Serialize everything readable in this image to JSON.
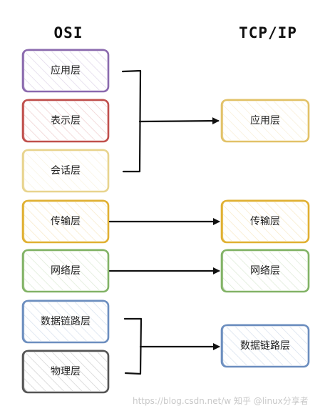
{
  "headings": {
    "osi": "OSI",
    "tcpip": "TCP/IP"
  },
  "osi_layers": [
    {
      "label": "应用层",
      "color": "#8b6aae"
    },
    {
      "label": "表示层",
      "color": "#c0504d"
    },
    {
      "label": "会话层",
      "color": "#e8d48e"
    },
    {
      "label": "传输层",
      "color": "#e0b032"
    },
    {
      "label": "网络层",
      "color": "#82b366"
    },
    {
      "label": "数据链路层",
      "color": "#6c8ebf"
    },
    {
      "label": "物理层",
      "color": "#555555"
    }
  ],
  "tcpip_layers": [
    {
      "label": "应用层",
      "color": "#e2c268"
    },
    {
      "label": "传输层",
      "color": "#e0b032"
    },
    {
      "label": "网络层",
      "color": "#82b366"
    },
    {
      "label": "数据链路层",
      "color": "#6c8ebf"
    }
  ],
  "mappings": [
    {
      "from": [
        "应用层",
        "表示层",
        "会话层"
      ],
      "to": "应用层"
    },
    {
      "from": [
        "传输层"
      ],
      "to": "传输层"
    },
    {
      "from": [
        "网络层"
      ],
      "to": "网络层"
    },
    {
      "from": [
        "数据链路层",
        "物理层"
      ],
      "to": "数据链路层"
    }
  ],
  "watermark": "https://blog.csdn.net/w  知乎 @linux分享者"
}
